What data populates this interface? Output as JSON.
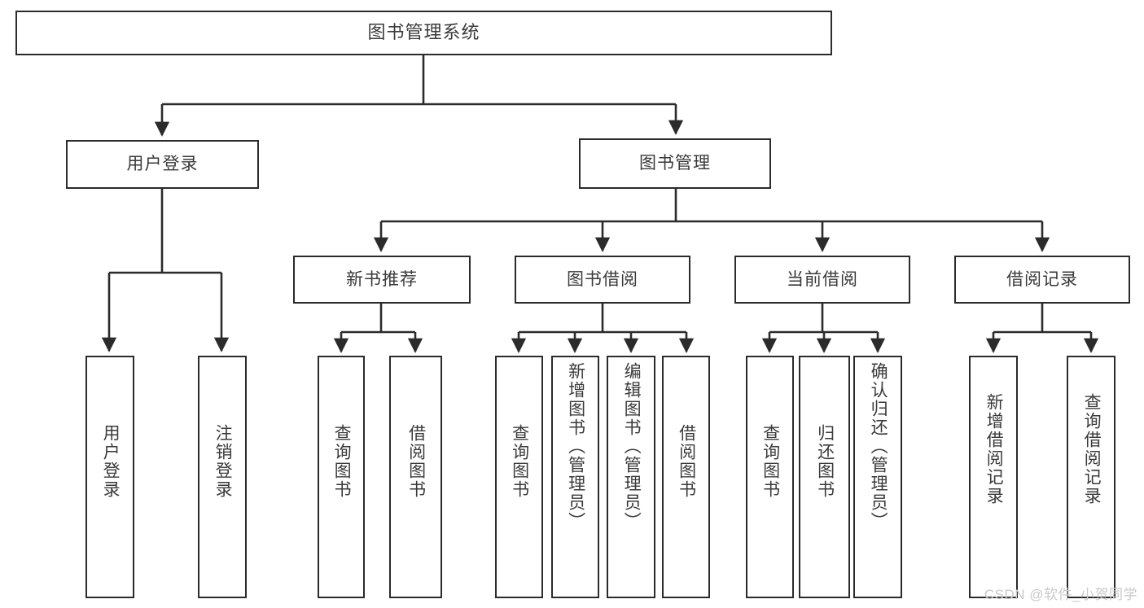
{
  "diagram": {
    "title": "图书管理系统",
    "type": "tree",
    "orientation": "top-down",
    "colors": {
      "border": "#2b2b2b",
      "text": "#3a3a3a",
      "background": "#ffffff",
      "connector": "#2b2b2b",
      "watermark": "#c9c9c9"
    },
    "root": {
      "label": "图书管理系统"
    },
    "level1": [
      {
        "label": "用户登录"
      },
      {
        "label": "图书管理"
      }
    ],
    "level2": [
      {
        "label": "新书推荐"
      },
      {
        "label": "图书借阅"
      },
      {
        "label": "当前借阅"
      },
      {
        "label": "借阅记录"
      }
    ],
    "leaves": {
      "user_login": [
        {
          "label": "用户登录"
        },
        {
          "label": "注销登录"
        }
      ],
      "new_book_recommend": [
        {
          "label": "查询图书"
        },
        {
          "label": "借阅图书"
        }
      ],
      "book_borrow": [
        {
          "label": "查询图书"
        },
        {
          "label": "新增图书（管理员）"
        },
        {
          "label": "编辑图书（管理员）"
        },
        {
          "label": "借阅图书"
        }
      ],
      "current_borrow": [
        {
          "label": "查询图书"
        },
        {
          "label": "归还图书"
        },
        {
          "label": "确认归还（管理员）"
        }
      ],
      "borrow_record": [
        {
          "label": "新增借阅记录"
        },
        {
          "label": "查询借阅记录"
        }
      ]
    }
  },
  "watermark": {
    "text": "CSDN @软件_小贺同学"
  }
}
